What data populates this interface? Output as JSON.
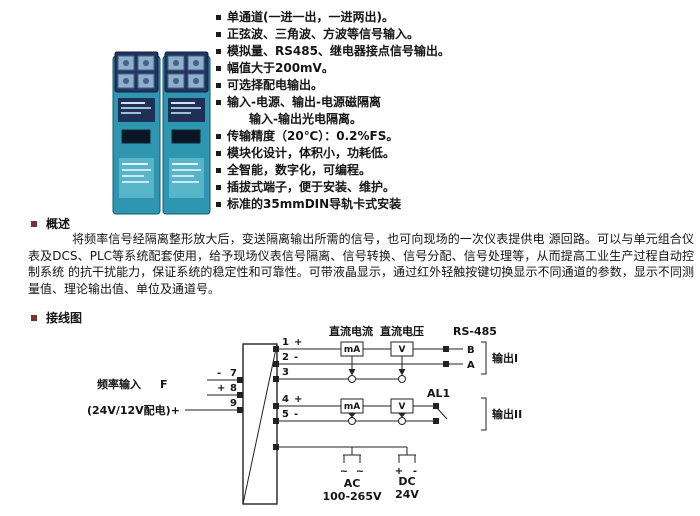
{
  "features": {
    "items": [
      "单通道(一进一出，一进两出)。",
      "正弦波、三角波、方波等信号输入。",
      "模拟量、RS485、继电器接点信号输出。",
      "幅值大于200mV。",
      "可选择配电输出。",
      "输入-电源、输出-电源磁隔离",
      "输入-输出光电隔离。",
      "传输精度（20℃）：0.2%FS。",
      "模块化设计，体积小，功耗低。",
      "全智能，数字化，可编程。",
      "插拔式端子，便于安装、维护。",
      "标准的35mmDIN导轨卡式安装"
    ]
  },
  "overview": {
    "heading": "概述",
    "body": "将频率信号经隔离整形放大后，变送隔离输出所需的信号，也可向现场的一次仪表提供电 源回路。可以与单元组合仪表及DCS、PLC等系统配套使用，给予现场仪表信号隔离、信号转换、信号分配、信号处理等，从而提高工业生产过程自动控制系统 的抗干扰能力，保证系统的稳定性和可靠性。可带液晶显示，通过红外轻触按键切换显示不同通道的参数，显示不同测量值、理论输出值、单位及通道号。"
  },
  "wiring": {
    "heading": "接线图",
    "labels": {
      "dc_current": "直流电流",
      "dc_voltage": "直流电压",
      "rs485": "RS-485",
      "output1": "输出I",
      "output2": "输出II",
      "al1": "AL1",
      "freq_input": "频率输入",
      "freq_symbol": "F",
      "power_feed": "(24V/12V配电)+",
      "ma_unit": "mA",
      "v_unit": "V",
      "b": "B",
      "a": "A",
      "ac": "AC",
      "ac_range": "100-265V",
      "dc": "DC",
      "dc_value": "24V",
      "plus": "+",
      "minus": "-",
      "tilde": "~"
    },
    "terminals": {
      "t1": "1",
      "t2": "2",
      "t3": "3",
      "t4": "4",
      "t5": "5",
      "t7": "7",
      "t8": "8",
      "t9": "9"
    }
  },
  "colors": {
    "module_body": "#2e96b0",
    "terminal_block": "#223561",
    "section_marker": "#7d2f2f"
  }
}
